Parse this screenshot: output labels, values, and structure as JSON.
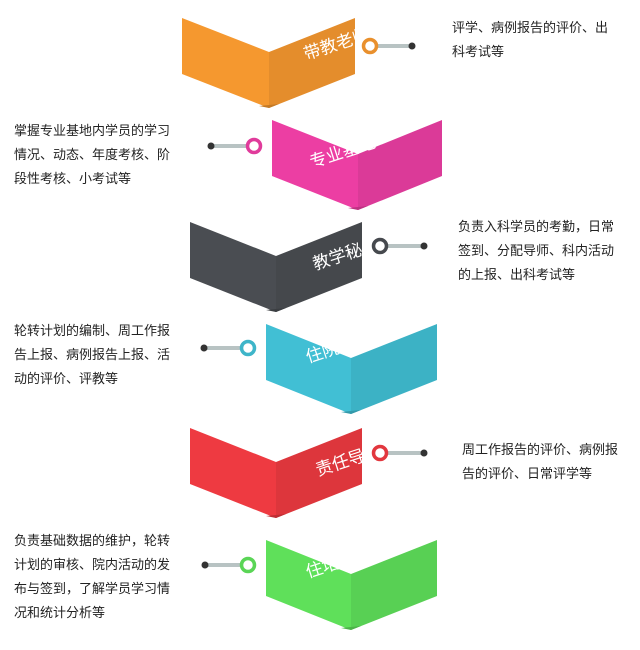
{
  "roles": [
    {
      "label": "带教老师",
      "color": "#f5982f",
      "side": "right",
      "description": [
        "评学、病例报告的评价、出",
        "科考试等"
      ]
    },
    {
      "label": "专业基地",
      "color": "#ec3ea3",
      "side": "left",
      "description": [
        "掌握专业基地内学员的学习",
        "情况、动态、年度考核、阶",
        "段性考核、小考试等"
      ]
    },
    {
      "label": "教学秘书",
      "color": "#4a4d52",
      "side": "right",
      "description": [
        "负责入科学员的考勤，日常",
        "签到、分配导师、科内活动",
        "的上报、出科考试等"
      ]
    },
    {
      "label": "住院医师",
      "color": "#41bfd4",
      "side": "left",
      "description": [
        "轮转计划的编制、周工作报",
        "告上报、病例报告上报、活",
        "动的评价、评教等"
      ]
    },
    {
      "label": "责任导师",
      "color": "#ee3a41",
      "side": "right",
      "description": [
        "周工作报告的评价、病例报",
        "告的评价、日常评学等"
      ]
    },
    {
      "label": "住培办公室",
      "color": "#5fe05a",
      "side": "left",
      "description": [
        "负责基础数据的维护，轮转",
        "计划的审核、院内活动的发",
        "布与签到，了解学员学习情",
        "况和统计分析等"
      ]
    }
  ]
}
